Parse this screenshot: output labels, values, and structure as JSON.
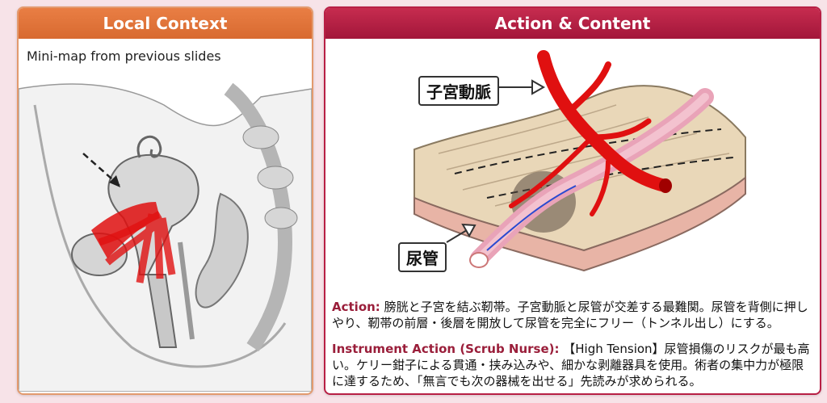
{
  "left_panel": {
    "title": "Local Context",
    "subtitle": "Mini-map from previous slides"
  },
  "right_panel": {
    "title": "Action & Content",
    "labels": {
      "artery": "子宮動脈",
      "ureter": "尿管"
    },
    "action": {
      "label": "Action:",
      "text": "膀胱と子宮を結ぶ靭帯。子宮動脈と尿管が交差する最難関。尿管を背側に押しやり、靭帯の前層・後層を開放して尿管を完全にフリー（トンネル出し）にする。"
    },
    "instrument": {
      "label": "Instrument Action (Scrub Nurse):",
      "text": "【High Tension】尿管損傷のリスクが最も高い。ケリー鉗子による貫通・挟み込みや、細かな剥離器具を使用。術者の集中力が極限に達するため、「無言でも次の器械を出せる」先読みが求められる。"
    }
  },
  "colors": {
    "left_header": "#e07a3c",
    "right_header": "#b81f45",
    "accent_text": "#9a1e3a",
    "vessel": "#e01010"
  }
}
